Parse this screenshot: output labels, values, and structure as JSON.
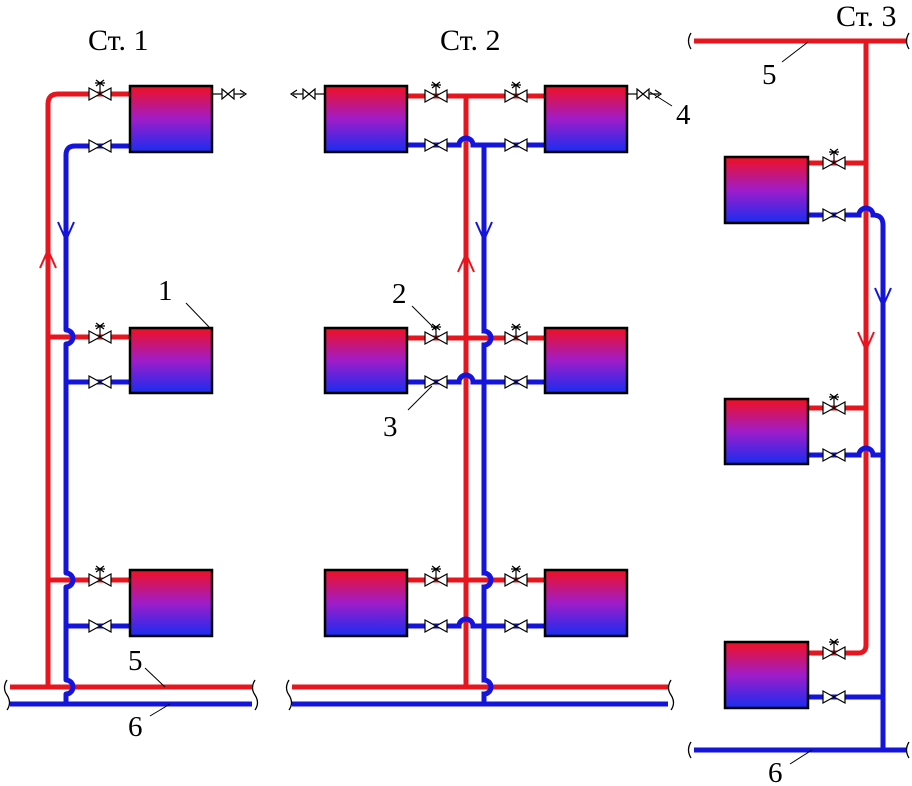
{
  "risers": {
    "r1": "Ст. 1",
    "r2": "Ст. 2",
    "r3": "Ст. 3"
  },
  "callouts": {
    "radiator": "1",
    "supply_valve": "2",
    "return_valve": "3",
    "air_vent": "4",
    "supply_main": "5",
    "return_main": "6"
  },
  "colors": {
    "supply": "#e8141e",
    "return": "#1414dc",
    "outline": "#000000",
    "background": "#ffffff"
  }
}
